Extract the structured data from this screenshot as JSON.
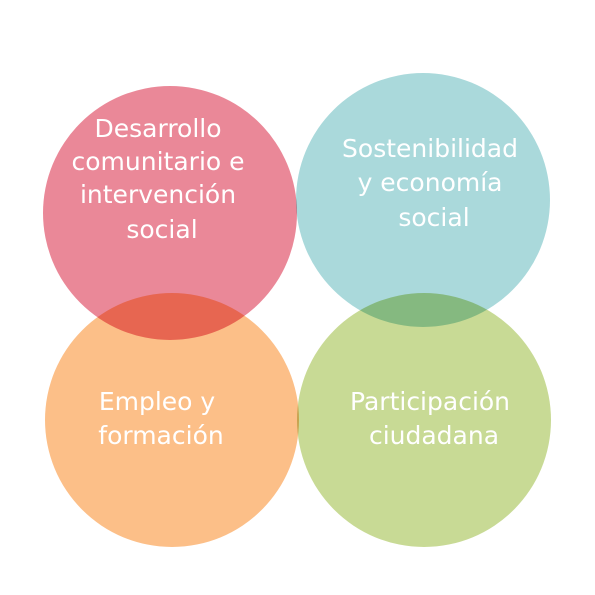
{
  "diagram": {
    "type": "four-circle-venn",
    "circles": [
      {
        "id": "top-left",
        "color": "#e8788a",
        "label_lines": [
          "Desarrollo",
          "comunitario e",
          "intervención",
          "social"
        ]
      },
      {
        "id": "top-right",
        "color": "#9ed4d6",
        "label_lines": [
          "Sostenibilidad",
          "y economía",
          "social"
        ]
      },
      {
        "id": "bottom-left",
        "color": "#fcb678",
        "label_lines": [
          "Empleo y",
          "formación"
        ]
      },
      {
        "id": "bottom-right",
        "color": "#c1d586",
        "label_lines": [
          "Participación",
          "ciudadana"
        ]
      }
    ]
  }
}
